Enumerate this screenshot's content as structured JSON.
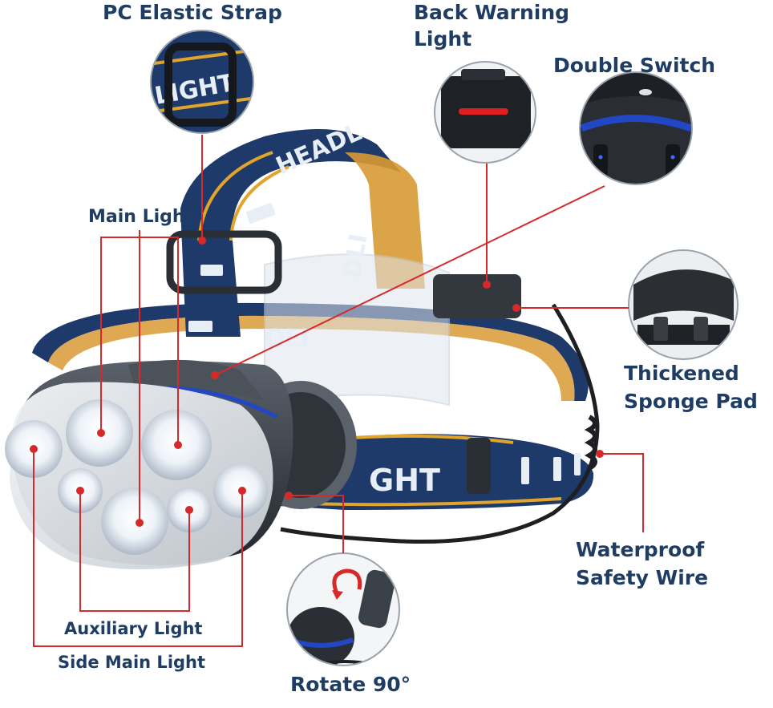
{
  "labels": {
    "pc_elastic_strap": "PC Elastic Strap",
    "back_warning_light_line1": "Back Warning",
    "back_warning_light_line2": "Light",
    "double_switch": "Double Switch",
    "main_light": "Main Light",
    "thickened_sponge_pad_line1": "Thickened",
    "thickened_sponge_pad_line2": "Sponge Pad",
    "waterproof_safety_wire_line1": "Waterproof",
    "waterproof_safety_wire_line2": "Safety Wire",
    "auxiliary_light": "Auxiliary Light",
    "side_main_light": "Side Main Light",
    "rotate_90": "Rotate 90°"
  },
  "headband_print": {
    "top": "HEADL",
    "middle": "DLI",
    "left": "OLI",
    "bottom": "GHT",
    "inset": "LIGHT"
  },
  "colors": {
    "label_text": "#1f3d63",
    "callout_line": "#d62a2a",
    "strap_blue": "#1e3a6b",
    "strap_stripe": "#e0a52a",
    "lamp_body": "#3a3f47",
    "led_white": "#f2f6fb",
    "accent_blue": "#2247c4",
    "warning_red": "#e01e1e"
  }
}
